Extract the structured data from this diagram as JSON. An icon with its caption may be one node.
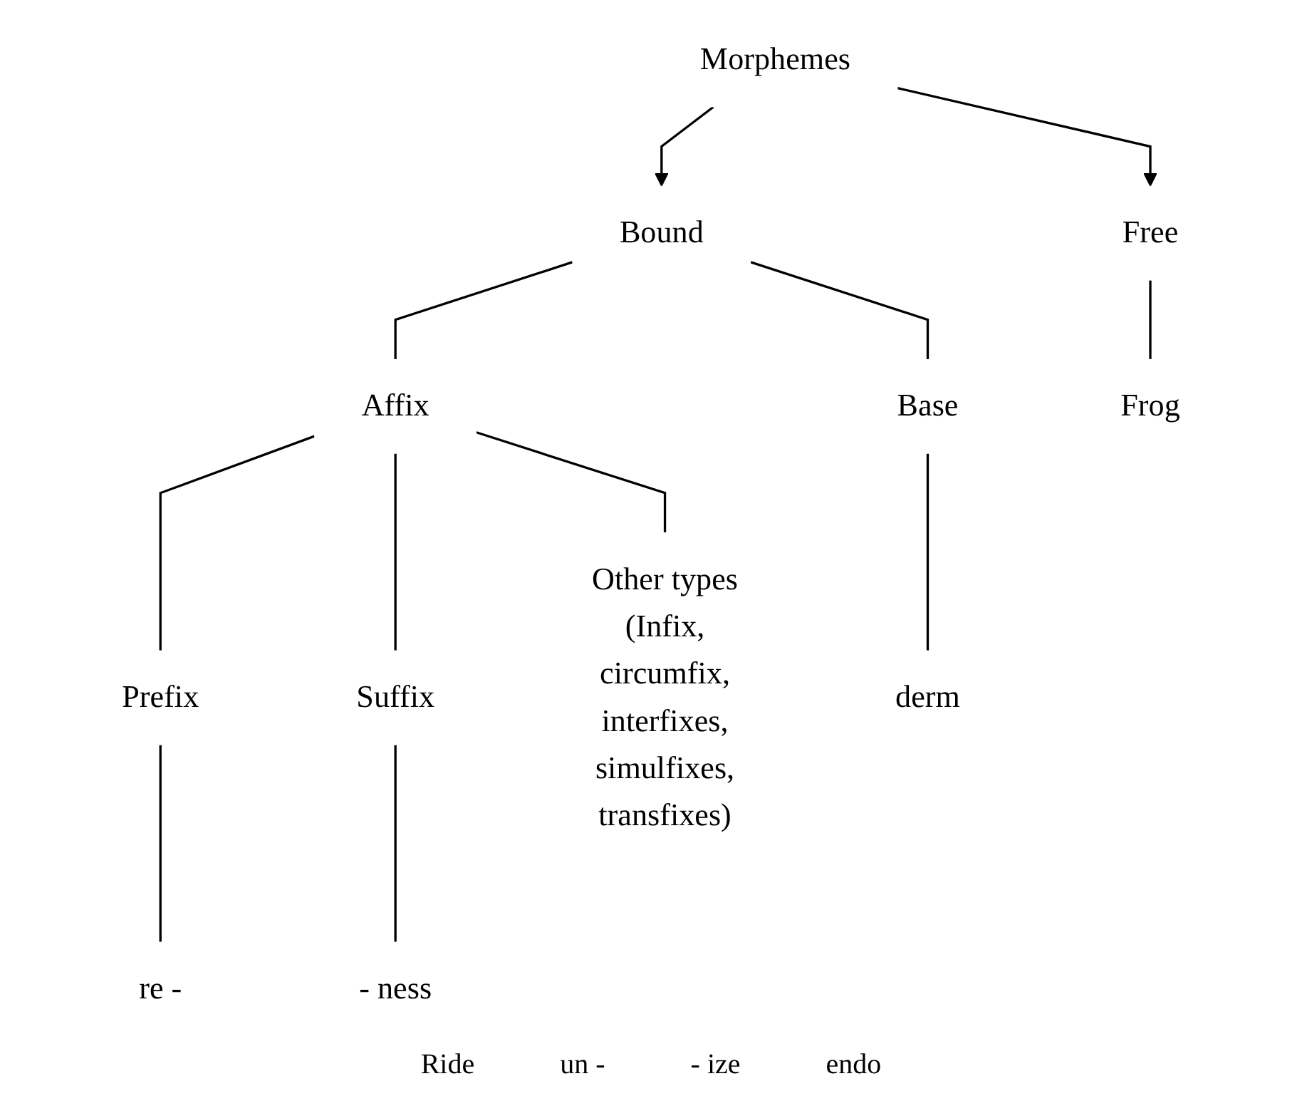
{
  "diagram": {
    "nodes": [
      {
        "text": [
          "Morphemes"
        ]
      },
      {
        "text": [
          "Free"
        ]
      },
      {
        "text": [
          "Bound"
        ]
      },
      {
        "text": [
          "Affix"
        ]
      },
      {
        "text": [
          "Base"
        ]
      },
      {
        "text": [
          "Prefix"
        ]
      },
      {
        "text": [
          "Suffix"
        ]
      },
      {
        "text": [
          "Other types (Infix, circumfix, interfixes, simulfixes, transfixes)"
        ]
      },
      {
        "text": [
          "Frog"
        ]
      },
      {
        "text": [
          "re -"
        ]
      },
      {
        "text": [
          "- ness"
        ]
      },
      {
        "text": [
          "derm"
        ]
      }
    ],
    "edges": [
      {
        "from": 0,
        "to": 1,
        "arrow": "to"
      },
      {
        "from": 0,
        "to": 2,
        "arrow": "to"
      },
      {
        "from": 2,
        "to": 3,
        "arrow": "none"
      },
      {
        "from": 2,
        "to": 4,
        "arrow": "none"
      },
      {
        "from": 3,
        "to": 5,
        "arrow": "none"
      },
      {
        "from": 3,
        "to": 6,
        "arrow": "none"
      },
      {
        "from": 3,
        "to": 7,
        "arrow": "none"
      },
      {
        "from": 1,
        "to": 8,
        "arrow": "none"
      },
      {
        "from": 5,
        "to": 9,
        "arrow": "none"
      },
      {
        "from": 6,
        "to": 10,
        "arrow": "none"
      },
      {
        "from": 4,
        "to": 11,
        "arrow": "none"
      }
    ],
    "labels": [
      "Ride",
      "un -",
      "- ize",
      "endo"
    ]
  }
}
